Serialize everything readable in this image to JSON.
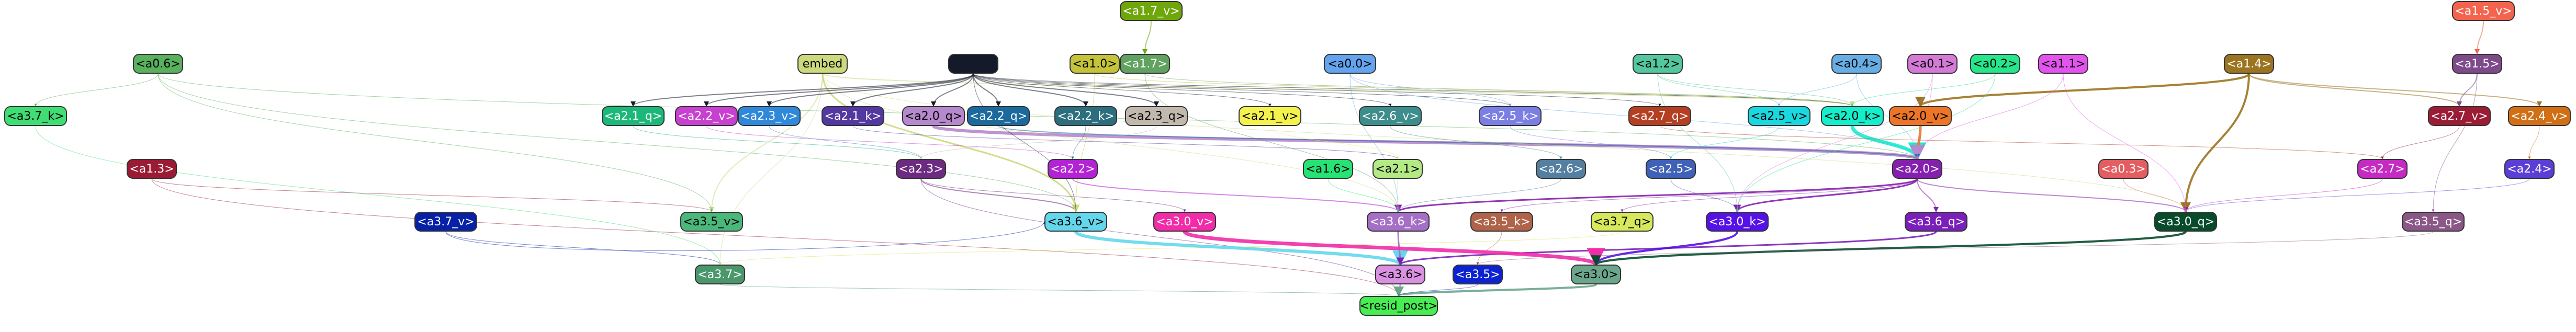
{
  "graph": {
    "nodes": [
      {
        "id": "a1.7_v",
        "label": "<a1.7_v>",
        "fill": "#6ea60b"
      },
      {
        "id": "a1.5_v",
        "label": "<a1.5_v>",
        "fill": "#f3634d"
      },
      {
        "id": "a0.6",
        "label": "<a0.6>",
        "fill": "#59b05d"
      },
      {
        "id": "embed",
        "label": "embed",
        "fill": "#ccd97d"
      },
      {
        "id": "hub",
        "label": "",
        "fill": "#141a2a"
      },
      {
        "id": "a1.0",
        "label": "<a1.0>",
        "fill": "#c4c33a"
      },
      {
        "id": "a1.7",
        "label": "<a1.7>",
        "fill": "#60a25f"
      },
      {
        "id": "a0.0",
        "label": "<a0.0>",
        "fill": "#64a4ef"
      },
      {
        "id": "a1.2",
        "label": "<a1.2>",
        "fill": "#54c79e"
      },
      {
        "id": "a0.4",
        "label": "<a0.4>",
        "fill": "#68aee5"
      },
      {
        "id": "a0.1",
        "label": "<a0.1>",
        "fill": "#d57ad7"
      },
      {
        "id": "a0.2",
        "label": "<a0.2>",
        "fill": "#25e68a"
      },
      {
        "id": "a1.1",
        "label": "<a1.1>",
        "fill": "#e354ef"
      },
      {
        "id": "a1.4",
        "label": "<a1.4>",
        "fill": "#9c7420"
      },
      {
        "id": "a1.5",
        "label": "<a1.5>",
        "fill": "#7e4a8b"
      },
      {
        "id": "a3.7_k",
        "label": "<a3.7_k>",
        "fill": "#3fde74"
      },
      {
        "id": "a2.1_q",
        "label": "<a2.1_q>",
        "fill": "#1cb87a"
      },
      {
        "id": "a2.2_v",
        "label": "<a2.2_v>",
        "fill": "#c840cf"
      },
      {
        "id": "a2.3_v",
        "label": "<a2.3_v>",
        "fill": "#3088db"
      },
      {
        "id": "a2.1_k",
        "label": "<a2.1_k>",
        "fill": "#5238a0"
      },
      {
        "id": "a2.0_q",
        "label": "<a2.0_q>",
        "fill": "#b688cc"
      },
      {
        "id": "a2.2_q",
        "label": "<a2.2_q>",
        "fill": "#1b6a9e"
      },
      {
        "id": "a2.2_k",
        "label": "<a2.2_k>",
        "fill": "#2d6e7e"
      },
      {
        "id": "a2.3_q",
        "label": "<a2.3_q>",
        "fill": "#c1b9ad"
      },
      {
        "id": "a2.1_v",
        "label": "<a2.1_v>",
        "fill": "#f4f34e"
      },
      {
        "id": "a2.6_v",
        "label": "<a2.6_v>",
        "fill": "#3c8d8b"
      },
      {
        "id": "a2.5_k",
        "label": "<a2.5_k>",
        "fill": "#7b7fe3"
      },
      {
        "id": "a2.7_q",
        "label": "<a2.7_q>",
        "fill": "#b53f22"
      },
      {
        "id": "a2.5_v",
        "label": "<a2.5_v>",
        "fill": "#19d8e0"
      },
      {
        "id": "a2.0_k",
        "label": "<a2.0_k>",
        "fill": "#15edcb"
      },
      {
        "id": "a2.0_v",
        "label": "<a2.0_v>",
        "fill": "#ed7527"
      },
      {
        "id": "a2.7_v",
        "label": "<a2.7_v>",
        "fill": "#9a1c35"
      },
      {
        "id": "a2.4_v",
        "label": "<a2.4_v>",
        "fill": "#d06f16"
      },
      {
        "id": "a1.3",
        "label": "<a1.3>",
        "fill": "#9b1a34"
      },
      {
        "id": "a2.3",
        "label": "<a2.3>",
        "fill": "#6c2a80"
      },
      {
        "id": "a2.2",
        "label": "<a2.2>",
        "fill": "#b422d6"
      },
      {
        "id": "a1.6",
        "label": "<a1.6>",
        "fill": "#26e374"
      },
      {
        "id": "a2.1",
        "label": "<a2.1>",
        "fill": "#b4ea86"
      },
      {
        "id": "a2.6",
        "label": "<a2.6>",
        "fill": "#557fa0"
      },
      {
        "id": "a2.5",
        "label": "<a2.5>",
        "fill": "#3f61b7"
      },
      {
        "id": "a2.0",
        "label": "<a2.0>",
        "fill": "#8520ae"
      },
      {
        "id": "a0.3",
        "label": "<a0.3>",
        "fill": "#e35d61"
      },
      {
        "id": "a2.7",
        "label": "<a2.7>",
        "fill": "#c52bc3"
      },
      {
        "id": "a2.4",
        "label": "<a2.4>",
        "fill": "#5b3ed5"
      },
      {
        "id": "a3.7_v",
        "label": "<a3.7_v>",
        "fill": "#0621a6"
      },
      {
        "id": "a3.5_v",
        "label": "<a3.5_v>",
        "fill": "#4ab77b"
      },
      {
        "id": "a3.6_v",
        "label": "<a3.6_v>",
        "fill": "#64d7ec"
      },
      {
        "id": "a3.0_v",
        "label": "<a3.0_v>",
        "fill": "#f22ba9"
      },
      {
        "id": "a3.6_k",
        "label": "<a3.6_k>",
        "fill": "#a46fc5"
      },
      {
        "id": "a3.5_k",
        "label": "<a3.5_k>",
        "fill": "#b06349"
      },
      {
        "id": "a3.7_q",
        "label": "<a3.7_q>",
        "fill": "#d7e85a"
      },
      {
        "id": "a3.0_k",
        "label": "<a3.0_k>",
        "fill": "#5511e6"
      },
      {
        "id": "a3.6_q",
        "label": "<a3.6_q>",
        "fill": "#7a1fb9"
      },
      {
        "id": "a3.0_q",
        "label": "<a3.0_q>",
        "fill": "#074b2b"
      },
      {
        "id": "a3.5_q",
        "label": "<a3.5_q>",
        "fill": "#8a5786"
      },
      {
        "id": "a3.7",
        "label": "<a3.7>",
        "fill": "#4a976b"
      },
      {
        "id": "a3.6",
        "label": "<a3.6>",
        "fill": "#da91e2"
      },
      {
        "id": "a3.5",
        "label": "<a3.5>",
        "fill": "#0c23d1"
      },
      {
        "id": "a3.0",
        "label": "<a3.0>",
        "fill": "#6ba68c"
      },
      {
        "id": "resid_post",
        "label": "<resid_post>",
        "fill": "#47ed51"
      }
    ],
    "edges": [
      {
        "from": "a1.7_v",
        "to": "a1.7",
        "color": "#6ea60b",
        "weight": 2
      },
      {
        "from": "a1.5_v",
        "to": "a1.5",
        "color": "#f3634d",
        "weight": 2
      },
      {
        "from": "a1.4",
        "to": "a2.0_v",
        "color": "#9c7420",
        "weight": 4
      },
      {
        "from": "a1.4",
        "to": "a3.0_q",
        "color": "#9c7420",
        "weight": 4
      },
      {
        "from": "a1.4",
        "to": "a2.7_v",
        "color": "#9c7420",
        "weight": 2
      },
      {
        "from": "a1.4",
        "to": "a2.4_v",
        "color": "#9c7420",
        "weight": 2
      },
      {
        "from": "a1.5",
        "to": "a2.7_v",
        "color": "#7e4a8b",
        "weight": 2
      },
      {
        "from": "a1.5",
        "to": "a3.5_q",
        "color": "#7e4a8b",
        "weight": 1
      },
      {
        "from": "a2.0_k",
        "to": "a2.0",
        "color": "#15edcb",
        "weight": 7
      },
      {
        "from": "a2.0_v",
        "to": "a2.0",
        "color": "#ed7527",
        "weight": 5
      },
      {
        "from": "a2.0_q",
        "to": "a2.0",
        "color": "#b688cc",
        "weight": 6
      },
      {
        "from": "a2.2_q",
        "to": "a2.0",
        "color": "#1b6a9e",
        "weight": 2
      },
      {
        "from": "a2.0",
        "to": "a3.0_k",
        "color": "#8520ae",
        "weight": 3
      },
      {
        "from": "a2.0",
        "to": "a3.6_k",
        "color": "#8520ae",
        "weight": 3
      },
      {
        "from": "a2.0",
        "to": "a3.6_q",
        "color": "#8520ae",
        "weight": 2
      },
      {
        "from": "a2.0",
        "to": "a3.0_q",
        "color": "#8520ae",
        "weight": 2
      },
      {
        "from": "a2.3",
        "to": "a3.6_v",
        "color": "#6c2a80",
        "weight": 2
      },
      {
        "from": "a2.3",
        "to": "resid_post",
        "color": "#6c2a80",
        "weight": 1
      },
      {
        "from": "a2.2",
        "to": "a3.6_k",
        "color": "#b422d6",
        "weight": 2
      },
      {
        "from": "a2.7",
        "to": "a3.0_q",
        "color": "#c52bc3",
        "weight": 1
      },
      {
        "from": "a2.4",
        "to": "a3.0_q",
        "color": "#5b3ed5",
        "weight": 1
      },
      {
        "from": "a2.5",
        "to": "a3.0_k",
        "color": "#3f61b7",
        "weight": 1
      },
      {
        "from": "a2.6",
        "to": "a3.6_k",
        "color": "#557fa0",
        "weight": 1
      },
      {
        "from": "a0.3",
        "to": "a3.0_q",
        "color": "#e35d61",
        "weight": 1
      },
      {
        "from": "a1.3",
        "to": "resid_post",
        "color": "#9b1a34",
        "weight": 1
      },
      {
        "from": "a1.3",
        "to": "a3.5_v",
        "color": "#9b1a34",
        "weight": 1
      },
      {
        "from": "a3.7_k",
        "to": "a3.7",
        "color": "#3fde74",
        "weight": 1
      },
      {
        "from": "a3.7_v",
        "to": "a3.7",
        "color": "#0621a6",
        "weight": 1
      },
      {
        "from": "a3.7_v",
        "to": "a3.6_v",
        "color": "#0621a6",
        "weight": 1
      },
      {
        "from": "a3.7_q",
        "to": "a3.7",
        "color": "#d7e85a",
        "weight": 1
      },
      {
        "from": "a3.6_v",
        "to": "a3.6",
        "color": "#64d7ec",
        "weight": 6
      },
      {
        "from": "a3.6_k",
        "to": "a3.6",
        "color": "#a46fc5",
        "weight": 3
      },
      {
        "from": "a3.6_q",
        "to": "a3.6",
        "color": "#7a1fb9",
        "weight": 3
      },
      {
        "from": "a3.0_v",
        "to": "a3.0",
        "color": "#f22ba9",
        "weight": 7
      },
      {
        "from": "a3.0_k",
        "to": "a3.0",
        "color": "#5511e6",
        "weight": 4
      },
      {
        "from": "a3.0_q",
        "to": "a3.0",
        "color": "#074b2b",
        "weight": 4
      },
      {
        "from": "a3.5_k",
        "to": "a3.5",
        "color": "#b06349",
        "weight": 1
      },
      {
        "from": "a3.5_q",
        "to": "a3.5",
        "color": "#8a5786",
        "weight": 1
      },
      {
        "from": "a3.6",
        "to": "resid_post",
        "color": "#da91e2",
        "weight": 3
      },
      {
        "from": "a3.0",
        "to": "resid_post",
        "color": "#6ba68c",
        "weight": 4
      },
      {
        "from": "a3.5",
        "to": "resid_post",
        "color": "#0c23d1",
        "weight": 1
      },
      {
        "from": "a3.7",
        "to": "resid_post",
        "color": "#4a976b",
        "weight": 1
      },
      {
        "from": "embed",
        "to": "a3.6_v",
        "color": "#ccd97d",
        "weight": 3
      },
      {
        "from": "embed",
        "to": "a3.5_v",
        "color": "#ccd97d",
        "weight": 2
      },
      {
        "from": "embed",
        "to": "a2.0_k",
        "color": "#ccd97d",
        "weight": 2
      },
      {
        "from": "embed",
        "to": "a3.6_k",
        "color": "#ccd97d",
        "weight": 1
      },
      {
        "from": "embed",
        "to": "a3.0_q",
        "color": "#ccd97d",
        "weight": 1
      },
      {
        "from": "embed",
        "to": "a3.7",
        "color": "#ccd97d",
        "weight": 1
      },
      {
        "from": "hub",
        "to": "a2.1_q",
        "color": "#141a2a",
        "weight": 2
      },
      {
        "from": "hub",
        "to": "a2.2_v",
        "color": "#141a2a",
        "weight": 2
      },
      {
        "from": "hub",
        "to": "a2.3_v",
        "color": "#141a2a",
        "weight": 2
      },
      {
        "from": "hub",
        "to": "a2.1_k",
        "color": "#141a2a",
        "weight": 2
      },
      {
        "from": "hub",
        "to": "a2.0_q",
        "color": "#141a2a",
        "weight": 2
      },
      {
        "from": "hub",
        "to": "a2.2_q",
        "color": "#141a2a",
        "weight": 2
      },
      {
        "from": "hub",
        "to": "a2.2_k",
        "color": "#141a2a",
        "weight": 2
      },
      {
        "from": "hub",
        "to": "a2.3_q",
        "color": "#141a2a",
        "weight": 2
      },
      {
        "from": "hub",
        "to": "a2.1_v",
        "color": "#141a2a",
        "weight": 1
      },
      {
        "from": "hub",
        "to": "a2.6_v",
        "color": "#141a2a",
        "weight": 1
      },
      {
        "from": "hub",
        "to": "a2.5_k",
        "color": "#141a2a",
        "weight": 1
      },
      {
        "from": "hub",
        "to": "a2.7_q",
        "color": "#141a2a",
        "weight": 1
      },
      {
        "from": "hub",
        "to": "a2.0_k",
        "color": "#141a2a",
        "weight": 1
      },
      {
        "from": "hub",
        "to": "a3.6_v",
        "color": "#141a2a",
        "weight": 1
      },
      {
        "from": "a0.6",
        "to": "a3.7_k",
        "color": "#59b05d",
        "weight": 1
      },
      {
        "from": "a0.6",
        "to": "a3.5_v",
        "color": "#59b05d",
        "weight": 1
      },
      {
        "from": "a0.6",
        "to": "a3.6_v",
        "color": "#59b05d",
        "weight": 1
      },
      {
        "from": "a0.6",
        "to": "a2.0",
        "color": "#59b05d",
        "weight": 1
      },
      {
        "from": "a1.0",
        "to": "a2.0_k",
        "color": "#c4c33a",
        "weight": 1
      },
      {
        "from": "a1.0",
        "to": "a3.6_v",
        "color": "#c4c33a",
        "weight": 1
      },
      {
        "from": "a1.7",
        "to": "a2.0_k",
        "color": "#60a25f",
        "weight": 1
      },
      {
        "from": "a1.7",
        "to": "a3.6_k",
        "color": "#60a25f",
        "weight": 1
      },
      {
        "from": "a0.0",
        "to": "a2.0",
        "color": "#64a4ef",
        "weight": 1
      },
      {
        "from": "a0.0",
        "to": "a3.6_k",
        "color": "#64a4ef",
        "weight": 1
      },
      {
        "from": "a0.0",
        "to": "a2.5_k",
        "color": "#64a4ef",
        "weight": 1
      },
      {
        "from": "a1.2",
        "to": "a2.0_k",
        "color": "#54c79e",
        "weight": 1
      },
      {
        "from": "a1.2",
        "to": "a3.0_k",
        "color": "#54c79e",
        "weight": 1
      },
      {
        "from": "a1.2",
        "to": "a2.5_v",
        "color": "#54c79e",
        "weight": 1
      },
      {
        "from": "a0.4",
        "to": "a2.0",
        "color": "#68aee5",
        "weight": 1
      },
      {
        "from": "a0.4",
        "to": "a2.5_v",
        "color": "#68aee5",
        "weight": 1
      },
      {
        "from": "a0.1",
        "to": "a2.0",
        "color": "#d57ad7",
        "weight": 1
      },
      {
        "from": "a0.1",
        "to": "a3.0_k",
        "color": "#d57ad7",
        "weight": 1
      },
      {
        "from": "a0.2",
        "to": "a2.0_k",
        "color": "#25e68a",
        "weight": 1
      },
      {
        "from": "a0.2",
        "to": "a3.0_k",
        "color": "#25e68a",
        "weight": 1
      },
      {
        "from": "a1.1",
        "to": "a2.0",
        "color": "#e354ef",
        "weight": 1
      },
      {
        "from": "a1.1",
        "to": "a3.0_q",
        "color": "#e354ef",
        "weight": 1
      },
      {
        "from": "a2.1_q",
        "to": "a2.3",
        "color": "#1cb87a",
        "weight": 1
      },
      {
        "from": "a2.2_v",
        "to": "a2.2",
        "color": "#c840cf",
        "weight": 1
      },
      {
        "from": "a2.3_v",
        "to": "a2.3",
        "color": "#3088db",
        "weight": 1
      },
      {
        "from": "a2.1_k",
        "to": "a2.1",
        "color": "#5238a0",
        "weight": 1
      },
      {
        "from": "a2.2_k",
        "to": "a2.2",
        "color": "#2d6e7e",
        "weight": 1
      },
      {
        "from": "a2.3_q",
        "to": "a2.3",
        "color": "#c1b9ad",
        "weight": 1
      },
      {
        "from": "a2.1_v",
        "to": "a2.1",
        "color": "#f4f34e",
        "weight": 1
      },
      {
        "from": "a2.6_v",
        "to": "a2.6",
        "color": "#3c8d8b",
        "weight": 1
      },
      {
        "from": "a2.5_k",
        "to": "a2.5",
        "color": "#7b7fe3",
        "weight": 1
      },
      {
        "from": "a2.7_q",
        "to": "a2.7",
        "color": "#b53f22",
        "weight": 1
      },
      {
        "from": "a2.5_v",
        "to": "a2.5",
        "color": "#19d8e0",
        "weight": 1
      },
      {
        "from": "a2.7_v",
        "to": "a2.7",
        "color": "#9a1c35",
        "weight": 1
      },
      {
        "from": "a2.4_v",
        "to": "a2.4",
        "color": "#d06f16",
        "weight": 1
      },
      {
        "from": "a2.1",
        "to": "a3.6_k",
        "color": "#b4ea86",
        "weight": 1
      },
      {
        "from": "a1.6",
        "to": "a3.6_k",
        "color": "#26e374",
        "weight": 1
      },
      {
        "from": "a2.3",
        "to": "a3.0_v",
        "color": "#6c2a80",
        "weight": 1
      },
      {
        "from": "a2.0",
        "to": "a3.5_k",
        "color": "#8520ae",
        "weight": 1
      },
      {
        "from": "a2.0",
        "to": "a3.7_q",
        "color": "#8520ae",
        "weight": 1
      }
    ]
  }
}
